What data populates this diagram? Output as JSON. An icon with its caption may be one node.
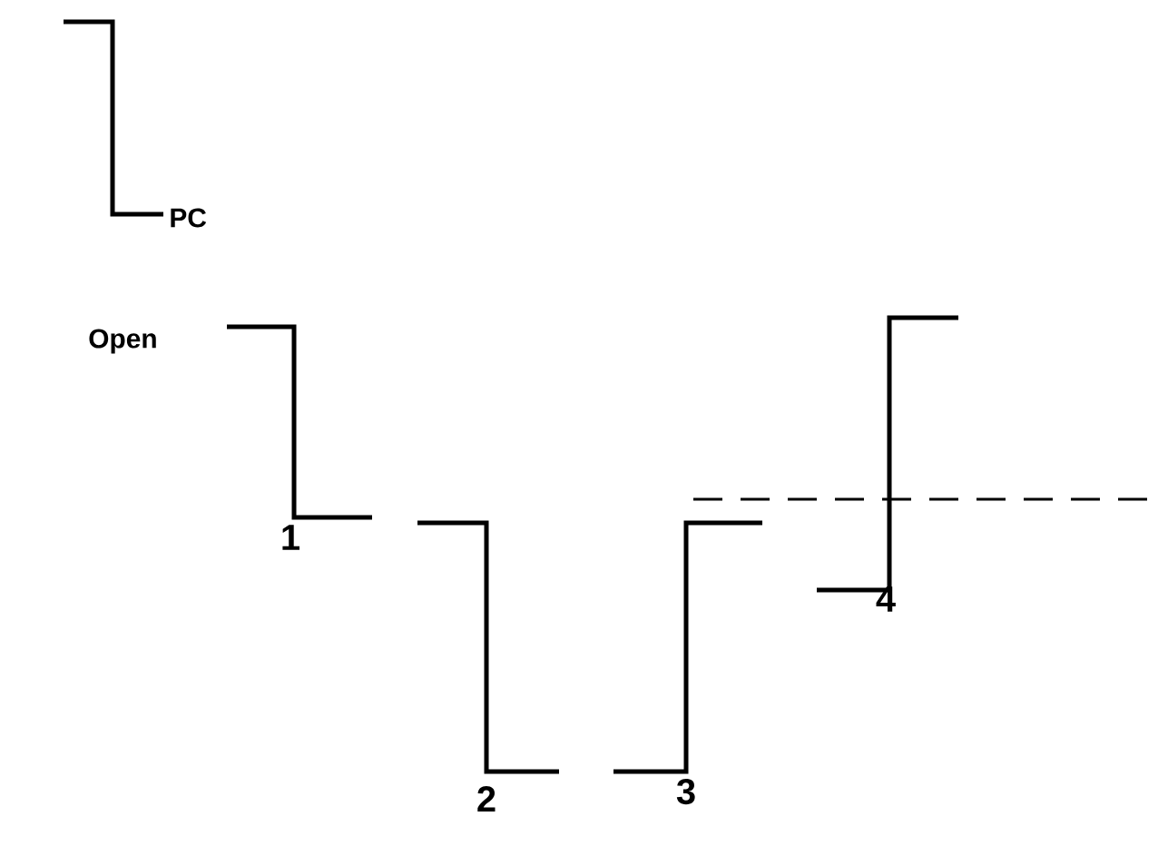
{
  "diagram": {
    "labels": [
      "PC",
      "Open",
      "1",
      "2",
      "3",
      "4"
    ]
  }
}
